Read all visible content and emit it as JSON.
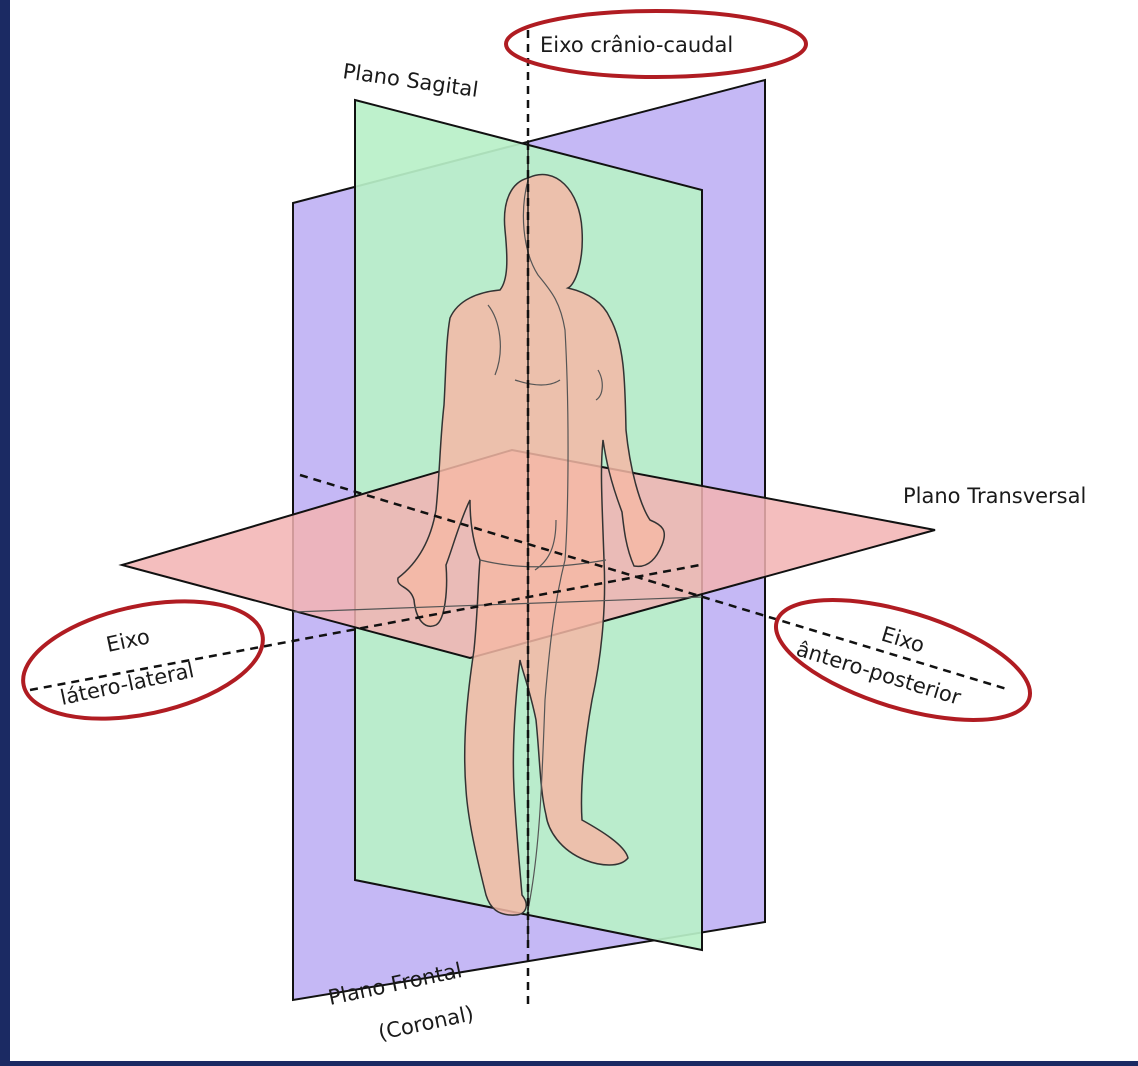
{
  "labels": {
    "axis_cranio_caudal": "Eixo crânio-caudal",
    "sagittal_plane": "Plano Sagital",
    "transverse_plane": "Plano Transversal",
    "latero_lateral_line1": "Eixo",
    "latero_lateral_line2": "látero-lateral",
    "antero_posterior_line1": "Eixo",
    "antero_posterior_line2": "ântero-posterior",
    "frontal_plane_line1": "Plano Frontal",
    "frontal_plane_line2": "(Coronal)"
  },
  "colors": {
    "background_border": "#1b2a63",
    "sagittal_plane": "#b8f0c8",
    "frontal_plane": "#c5b8f5",
    "transverse_plane": "#f2b3b3",
    "body_skin": "#f5b9a6",
    "highlight_oval": "#b01c22"
  }
}
